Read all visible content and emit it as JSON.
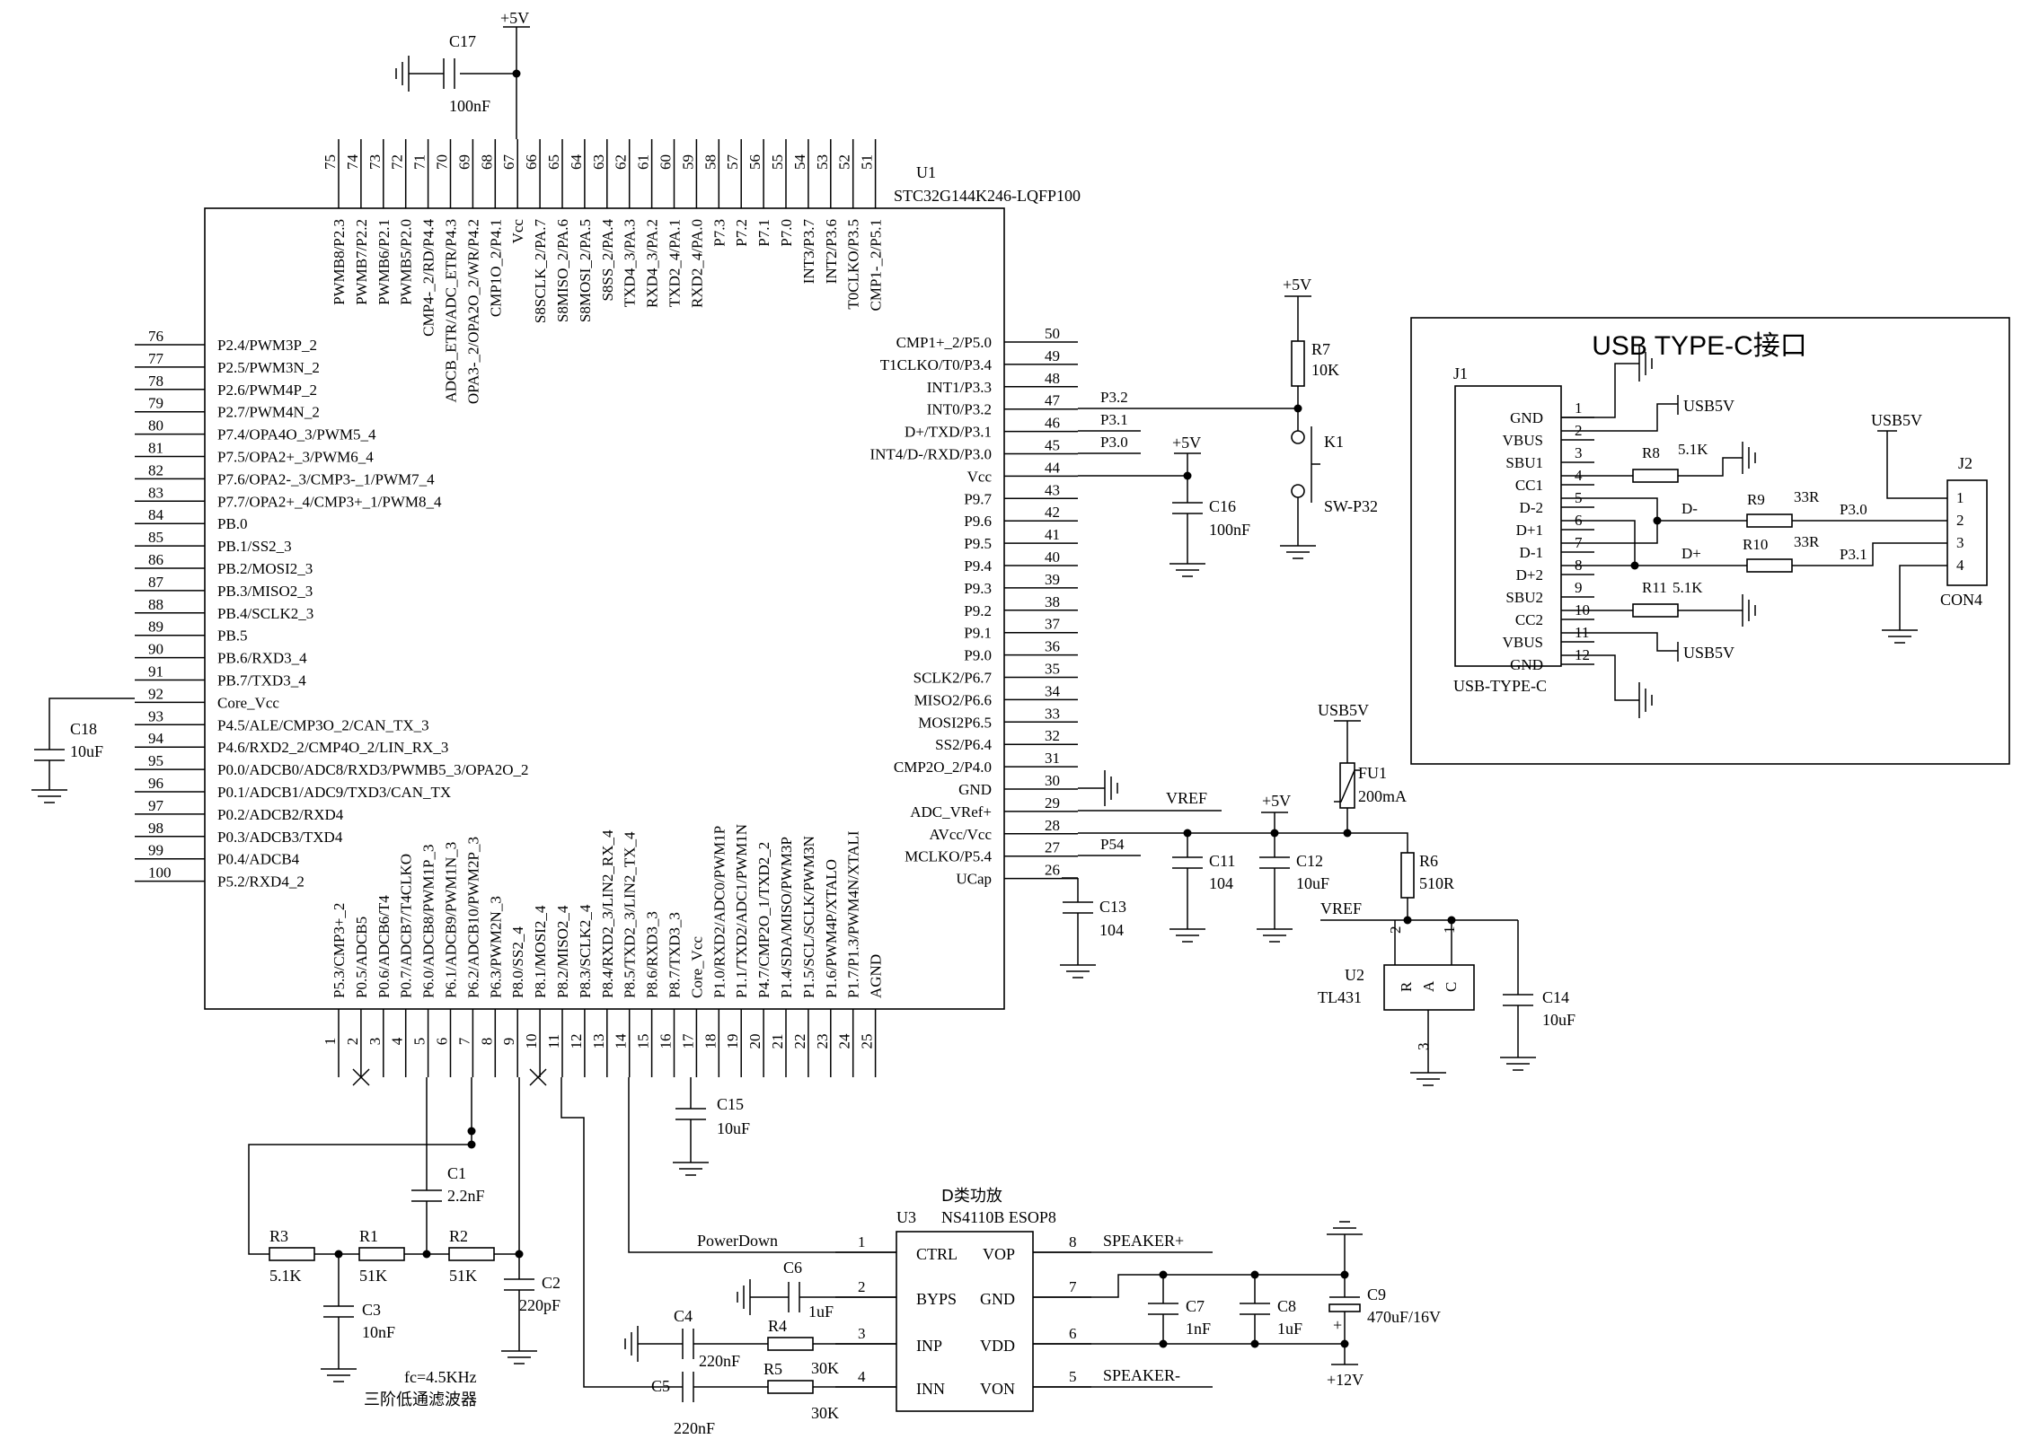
{
  "usb_box": {
    "title": "USB TYPE-C接口",
    "j1": {
      "ref": "J1",
      "part": "USB-TYPE-C",
      "pins": [
        {
          "num": "1",
          "name": "GND"
        },
        {
          "num": "2",
          "name": "VBUS"
        },
        {
          "num": "3",
          "name": "SBU1"
        },
        {
          "num": "4",
          "name": "CC1"
        },
        {
          "num": "5",
          "name": "D-2"
        },
        {
          "num": "6",
          "name": "D+1"
        },
        {
          "num": "7",
          "name": "D-1"
        },
        {
          "num": "8",
          "name": "D+2"
        },
        {
          "num": "9",
          "name": "SBU2"
        },
        {
          "num": "10",
          "name": "CC2"
        },
        {
          "num": "11",
          "name": "VBUS"
        },
        {
          "num": "12",
          "name": "GND"
        }
      ]
    },
    "j2": {
      "ref": "J2",
      "part": "CON4",
      "pins": [
        "1",
        "2",
        "3",
        "4"
      ]
    },
    "r8": {
      "ref": "R8",
      "value": "5.1K"
    },
    "r9": {
      "ref": "R9",
      "value": "33R"
    },
    "r10": {
      "ref": "R10",
      "value": "33R"
    },
    "r11": {
      "ref": "R11",
      "value": "5.1K"
    },
    "net_usb5v": "USB5V",
    "net_dminus": "D-",
    "net_dplus": "D+",
    "net_p30": "P3.0",
    "net_p31": "P3.1"
  },
  "u1": {
    "ref": "U1",
    "part": "STC32G144K246-LQFP100",
    "left_pins": [
      {
        "num": "76",
        "name": "P2.4/PWM3P_2"
      },
      {
        "num": "77",
        "name": "P2.5/PWM3N_2"
      },
      {
        "num": "78",
        "name": "P2.6/PWM4P_2"
      },
      {
        "num": "79",
        "name": "P2.7/PWM4N_2"
      },
      {
        "num": "80",
        "name": "P7.4/OPA4O_3/PWM5_4"
      },
      {
        "num": "81",
        "name": "P7.5/OPA2+_3/PWM6_4"
      },
      {
        "num": "82",
        "name": "P7.6/OPA2-_3/CMP3-_1/PWM7_4"
      },
      {
        "num": "83",
        "name": "P7.7/OPA2+_4/CMP3+_1/PWM8_4"
      },
      {
        "num": "84",
        "name": "PB.0"
      },
      {
        "num": "85",
        "name": "PB.1/SS2_3"
      },
      {
        "num": "86",
        "name": "PB.2/MOSI2_3"
      },
      {
        "num": "87",
        "name": "PB.3/MISO2_3"
      },
      {
        "num": "88",
        "name": "PB.4/SCLK2_3"
      },
      {
        "num": "89",
        "name": "PB.5"
      },
      {
        "num": "90",
        "name": "PB.6/RXD3_4"
      },
      {
        "num": "91",
        "name": "PB.7/TXD3_4"
      },
      {
        "num": "92",
        "name": "Core_Vcc"
      },
      {
        "num": "93",
        "name": "P4.5/ALE/CMP3O_2/CAN_TX_3"
      },
      {
        "num": "94",
        "name": "P4.6/RXD2_2/CMP4O_2/LIN_RX_3"
      },
      {
        "num": "95",
        "name": "P0.0/ADCB0/ADC8/RXD3/PWMB5_3/OPA2O_2"
      },
      {
        "num": "96",
        "name": "P0.1/ADCB1/ADC9/TXD3/CAN_TX"
      },
      {
        "num": "97",
        "name": "P0.2/ADCB2/RXD4"
      },
      {
        "num": "98",
        "name": "P0.3/ADCB3/TXD4"
      },
      {
        "num": "99",
        "name": "P0.4/ADCB4"
      },
      {
        "num": "100",
        "name": "P5.2/RXD4_2"
      }
    ],
    "right_pins": [
      {
        "num": "50",
        "name": "CMP1+_2/P5.0"
      },
      {
        "num": "49",
        "name": "T1CLKO/T0/P3.4"
      },
      {
        "num": "48",
        "name": "INT1/P3.3"
      },
      {
        "num": "47",
        "name": "INT0/P3.2"
      },
      {
        "num": "46",
        "name": "D+/TXD/P3.1"
      },
      {
        "num": "45",
        "name": "INT4/D-/RXD/P3.0"
      },
      {
        "num": "44",
        "name": "Vcc"
      },
      {
        "num": "43",
        "name": "P9.7"
      },
      {
        "num": "42",
        "name": "P9.6"
      },
      {
        "num": "41",
        "name": "P9.5"
      },
      {
        "num": "40",
        "name": "P9.4"
      },
      {
        "num": "39",
        "name": "P9.3"
      },
      {
        "num": "38",
        "name": "P9.2"
      },
      {
        "num": "37",
        "name": "P9.1"
      },
      {
        "num": "36",
        "name": "P9.0"
      },
      {
        "num": "35",
        "name": "SCLK2/P6.7"
      },
      {
        "num": "34",
        "name": "MISO2/P6.6"
      },
      {
        "num": "33",
        "name": "MOSI2P6.5"
      },
      {
        "num": "32",
        "name": "SS2/P6.4"
      },
      {
        "num": "31",
        "name": "CMP2O_2/P4.0"
      },
      {
        "num": "30",
        "name": "GND"
      },
      {
        "num": "29",
        "name": "ADC_VRef+"
      },
      {
        "num": "28",
        "name": "AVcc/Vcc"
      },
      {
        "num": "27",
        "name": "MCLKO/P5.4"
      },
      {
        "num": "26",
        "name": "UCap"
      }
    ],
    "top_pins": [
      {
        "num": "75",
        "name": "PWMB8/P2.3"
      },
      {
        "num": "74",
        "name": "PWMB7/P2.2"
      },
      {
        "num": "73",
        "name": "PWMB6/P2.1"
      },
      {
        "num": "72",
        "name": "PWMB5/P2.0"
      },
      {
        "num": "71",
        "name": "CMP4-_2/RD/P4.4"
      },
      {
        "num": "70",
        "name": "ADCB_ETR/ADC_ETR/P4.3"
      },
      {
        "num": "69",
        "name": "OPA3-_2/OPA2O_2/WR/P4.2"
      },
      {
        "num": "68",
        "name": "CMP1O_2/P4.1"
      },
      {
        "num": "67",
        "name": "Vcc"
      },
      {
        "num": "66",
        "name": "S8SCLK_2/PA.7"
      },
      {
        "num": "65",
        "name": "S8MISO_2/PA.6"
      },
      {
        "num": "64",
        "name": "S8MOSI_2/PA.5"
      },
      {
        "num": "63",
        "name": "S8SS_2/PA.4"
      },
      {
        "num": "62",
        "name": "TXD4_3/PA.3"
      },
      {
        "num": "61",
        "name": "RXD4_3/PA.2"
      },
      {
        "num": "60",
        "name": "TXD2_4/PA.1"
      },
      {
        "num": "59",
        "name": "RXD2_4/PA.0"
      },
      {
        "num": "58",
        "name": "P7.3"
      },
      {
        "num": "57",
        "name": "P7.2"
      },
      {
        "num": "56",
        "name": "P7.1"
      },
      {
        "num": "55",
        "name": "P7.0"
      },
      {
        "num": "54",
        "name": "INT3/P3.7"
      },
      {
        "num": "53",
        "name": "INT2/P3.6"
      },
      {
        "num": "52",
        "name": "T0CLKO/P3.5"
      },
      {
        "num": "51",
        "name": "CMP1-_2/P5.1"
      }
    ],
    "bottom_pins": [
      {
        "num": "1",
        "name": "P5.3/CMP3+_2"
      },
      {
        "num": "2",
        "name": "P0.5/ADCB5"
      },
      {
        "num": "3",
        "name": "P0.6/ADCB6/T4"
      },
      {
        "num": "4",
        "name": "P0.7/ADCB7/T4CLKO"
      },
      {
        "num": "5",
        "name": "P6.0/ADCB8/PWM1P_3"
      },
      {
        "num": "6",
        "name": "P6.1/ADCB9/PWM1N_3"
      },
      {
        "num": "7",
        "name": "P6.2/ADCB10/PWM2P_3"
      },
      {
        "num": "8",
        "name": "P6.3/PWM2N_3"
      },
      {
        "num": "9",
        "name": "P8.0/SS2_4"
      },
      {
        "num": "10",
        "name": "P8.1/MOSI2_4"
      },
      {
        "num": "11",
        "name": "P8.2/MISO2_4"
      },
      {
        "num": "12",
        "name": "P8.3/SCLK2_4"
      },
      {
        "num": "13",
        "name": "P8.4/RXD2_3/LIN2_RX_4"
      },
      {
        "num": "14",
        "name": "P8.5/TXD2_3/LIN2_TX_4"
      },
      {
        "num": "15",
        "name": "P8.6/RXD3_3"
      },
      {
        "num": "16",
        "name": "P8.7/TXD3_3"
      },
      {
        "num": "17",
        "name": "Core_Vcc"
      },
      {
        "num": "18",
        "name": "P1.0/RXD2/ADC0/PWM1P"
      },
      {
        "num": "19",
        "name": "P1.1/TXD2/ADC1/PWM1N"
      },
      {
        "num": "20",
        "name": "P4.7/CMP2O_1/TXD2_2"
      },
      {
        "num": "21",
        "name": "P1.4/SDA/MISO/PWM3P"
      },
      {
        "num": "22",
        "name": "P1.5/SCL/SCLK/PWM3N"
      },
      {
        "num": "23",
        "name": "P1.6/PWM4P/XTALO"
      },
      {
        "num": "24",
        "name": "P1.7/P1.3/PWM4N/XTALI"
      },
      {
        "num": "25",
        "name": "AGND"
      }
    ]
  },
  "top_cap": {
    "ref": "C17",
    "value": "100nF",
    "net": "+5V"
  },
  "left_cap": {
    "ref": "C18",
    "value": "10uF"
  },
  "bottom_cap": {
    "ref": "C15",
    "value": "10uF"
  },
  "switch": {
    "net": "+5V",
    "r_ref": "R7",
    "r_value": "10K",
    "k_ref": "K1",
    "k_part": "SW-P32"
  },
  "right_nets": {
    "p32": "P3.2",
    "p31": "P3.1",
    "p30": "P3.0",
    "vref": "VREF",
    "p54": "P54",
    "plus5v": "+5V",
    "usb5v": "USB5V"
  },
  "c16": {
    "ref": "C16",
    "value": "100nF",
    "net": "+5V"
  },
  "c11": {
    "ref": "C11",
    "value": "104"
  },
  "c12": {
    "ref": "C12",
    "value": "10uF"
  },
  "c13": {
    "ref": "C13",
    "value": "104"
  },
  "c14": {
    "ref": "C14",
    "value": "10uF"
  },
  "fu1": {
    "ref": "FU1",
    "value": "200mA"
  },
  "r6": {
    "ref": "R6",
    "value": "510R"
  },
  "u2": {
    "ref": "U2",
    "part": "TL431",
    "pins": [
      "R",
      "A",
      "C"
    ],
    "pin_nums": [
      "2",
      "1",
      "3"
    ]
  },
  "filter": {
    "c1": {
      "ref": "C1",
      "value": "2.2nF"
    },
    "c2": {
      "ref": "C2",
      "value": "220pF"
    },
    "c3": {
      "ref": "C3",
      "value": "10nF"
    },
    "r1": {
      "ref": "R1",
      "value": "51K"
    },
    "r2": {
      "ref": "R2",
      "value": "51K"
    },
    "r3": {
      "ref": "R3",
      "value": "5.1K"
    },
    "note1": "fc=4.5KHz",
    "note2": "三阶低通滤波器"
  },
  "amp": {
    "title": "D类功放",
    "ref": "U3",
    "part": "NS4110B ESOP8",
    "left_pins": [
      {
        "num": "1",
        "name": "CTRL"
      },
      {
        "num": "2",
        "name": "BYPS"
      },
      {
        "num": "3",
        "name": "INP"
      },
      {
        "num": "4",
        "name": "INN"
      }
    ],
    "right_pins": [
      {
        "num": "8",
        "name": "VOP"
      },
      {
        "num": "7",
        "name": "GND"
      },
      {
        "num": "6",
        "name": "VDD"
      },
      {
        "num": "5",
        "name": "VON"
      }
    ],
    "powerdown": "PowerDown",
    "speaker_p": "SPEAKER+",
    "speaker_n": "SPEAKER-",
    "c4": {
      "ref": "C4",
      "value": "220nF"
    },
    "c5": {
      "ref": "C5",
      "value": "220nF"
    },
    "c6": {
      "ref": "C6",
      "value": "1uF"
    },
    "c7": {
      "ref": "C7",
      "value": "1nF"
    },
    "c8": {
      "ref": "C8",
      "value": "1uF"
    },
    "c9": {
      "ref": "C9",
      "value": "470uF/16V",
      "plus": "+"
    },
    "r4": {
      "ref": "R4",
      "value": "30K"
    },
    "r5": {
      "ref": "R5",
      "value": "30K"
    },
    "net_12v": "+12V"
  }
}
